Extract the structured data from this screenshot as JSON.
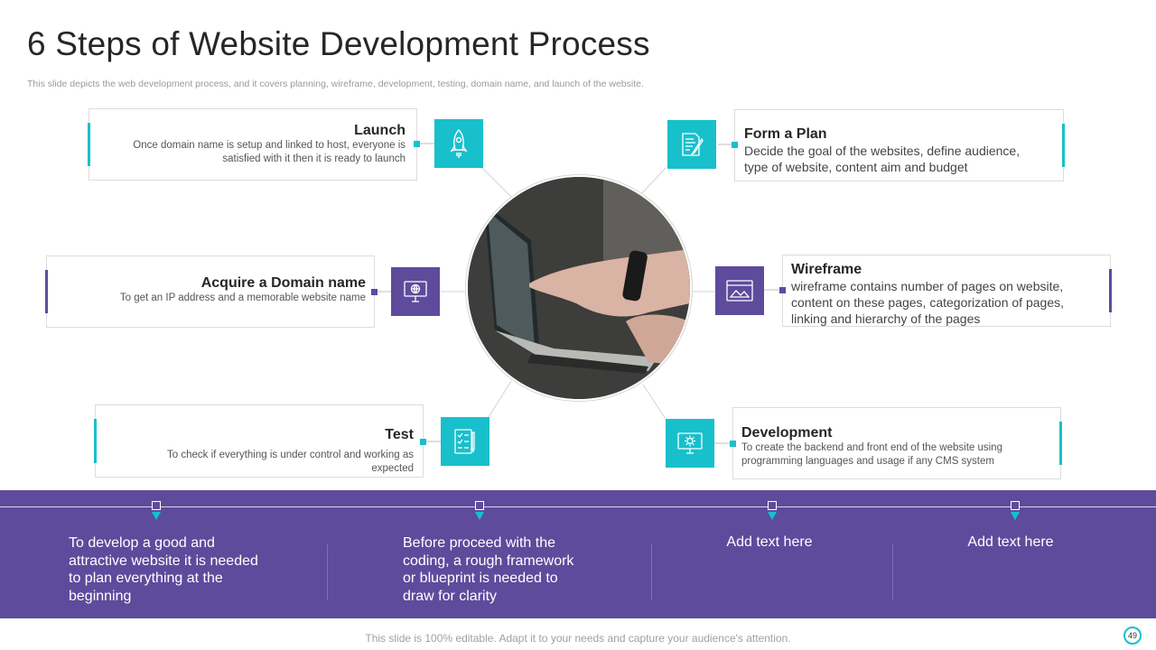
{
  "title": "6 Steps of Website Development Process",
  "subtitle": "This slide depicts the web development process, and it covers planning, wireframe, development, testing, domain name, and launch of the website.",
  "steps": {
    "launch": {
      "title": "Launch",
      "desc": "Once domain name is setup and linked to host, everyone is satisfied with it then it is ready to launch",
      "icon": "rocket-icon"
    },
    "plan": {
      "title": "Form a Plan",
      "desc": "Decide the goal of the websites, define audience, type of website, content aim and budget",
      "icon": "document-pen-icon"
    },
    "domain": {
      "title": "Acquire a Domain name",
      "desc": "To get an IP address and a memorable website name",
      "icon": "monitor-globe-icon"
    },
    "wireframe": {
      "title": "Wireframe",
      "desc": "wireframe contains number of pages on website, content on these pages, categorization of pages, linking and hierarchy of the pages",
      "icon": "browser-image-icon"
    },
    "test": {
      "title": "Test",
      "desc": "To check if everything is under control and working as expected",
      "icon": "checklist-icon"
    },
    "development": {
      "title": "Development",
      "desc": "To create the backend and front end of the website using programming languages and usage if any CMS system",
      "icon": "monitor-gear-icon"
    }
  },
  "band": {
    "items": [
      "To develop a good and attractive website it is needed to plan everything at the beginning",
      "Before proceed with the coding, a rough framework or blueprint is needed to draw for clarity",
      "Add text here",
      "Add text here"
    ]
  },
  "footer": "This slide is 100% editable. Adapt it to your needs and capture your audience's attention.",
  "page_number": "49",
  "colors": {
    "teal": "#18c0cc",
    "purple": "#5e4b9c",
    "band": "#5e4b9c"
  }
}
